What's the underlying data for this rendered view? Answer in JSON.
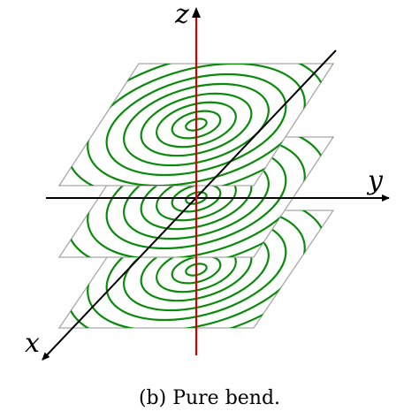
{
  "figure": {
    "axes": {
      "x": "x",
      "y": "y",
      "z": "z"
    },
    "caption": "(b) Pure bend.",
    "planes": 3,
    "colors": {
      "contour": "#0a8a0a",
      "z_axis": "#d40000",
      "axis": "#000000",
      "plane_edge": "#a8a8a8"
    }
  }
}
